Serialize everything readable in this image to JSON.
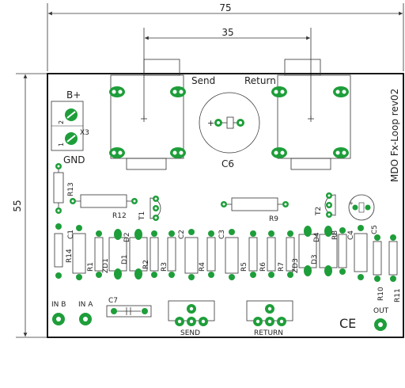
{
  "dimensions": {
    "width": "75",
    "spacing": "35",
    "height": "55"
  },
  "labels": {
    "send": "Send",
    "return": "Return",
    "c6": "C6",
    "title": "MDO Fx-Loop rev02",
    "b_plus": "B+",
    "gnd": "GND",
    "x3": "X3",
    "pin2": "2",
    "pin1": "1",
    "in_b": "IN B",
    "in_a": "IN A",
    "c7": "C7",
    "send_bottom": "SEND",
    "return_bottom": "RETURN",
    "out": "OUT",
    "ce": "CE"
  },
  "components": {
    "r13": "R13",
    "r12": "R12",
    "t1": "T1",
    "r9": "R9",
    "t2": "T2",
    "c1": "C1",
    "r14": "R14",
    "r1": "R1",
    "zd1": "ZD1",
    "d1": "D1",
    "d2": "D2",
    "r2": "R2",
    "r3": "R3",
    "c2": "C2",
    "r4": "R4",
    "c3": "C3",
    "r5": "R5",
    "r6": "R6",
    "r7": "R7",
    "zd3": "ZD3",
    "d3": "D3",
    "d4": "D4",
    "r8": "R8",
    "c4": "C4",
    "c5": "C5",
    "r10": "R10",
    "r11": "R11"
  },
  "colors": {
    "pad": "#1e9e3a",
    "pad_inner": "#ffffff",
    "outline": "#222222",
    "board": "#000000"
  }
}
